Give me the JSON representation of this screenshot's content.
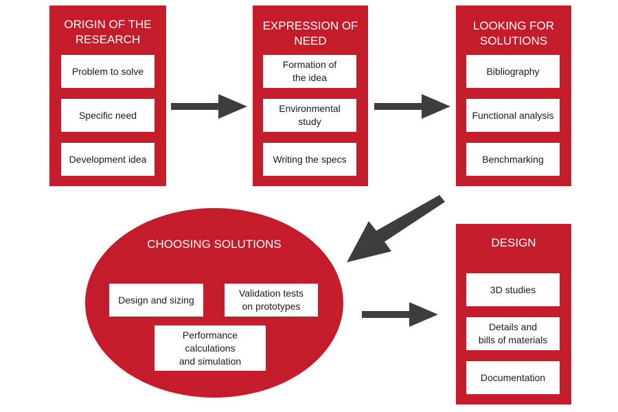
{
  "colors": {
    "accent": "#c41c2b",
    "arrow": "#3d3d3d",
    "box": "#ffffff"
  },
  "stages": {
    "origin": {
      "title": "ORIGIN OF THE\nRESEARCH",
      "items": [
        "Problem to solve",
        "Specific need",
        "Development idea"
      ]
    },
    "expression": {
      "title": "EXPRESSION OF\nNEED",
      "items": [
        "Formation of\nthe idea",
        "Environmental\nstudy",
        "Writing the specs"
      ]
    },
    "looking": {
      "title": "LOOKING FOR\nSOLUTIONS",
      "items": [
        "Bibliography",
        "Functional analysis",
        "Benchmarking"
      ]
    },
    "choosing": {
      "title": "CHOOSING SOLUTIONS",
      "items": [
        "Design and sizing",
        "Validation tests\non prototypes",
        "Performance\ncalculations\nand simulation"
      ]
    },
    "design": {
      "title": "DESIGN",
      "items": [
        "3D studies",
        "Details and\nbills of materials",
        "Documentation"
      ]
    }
  }
}
